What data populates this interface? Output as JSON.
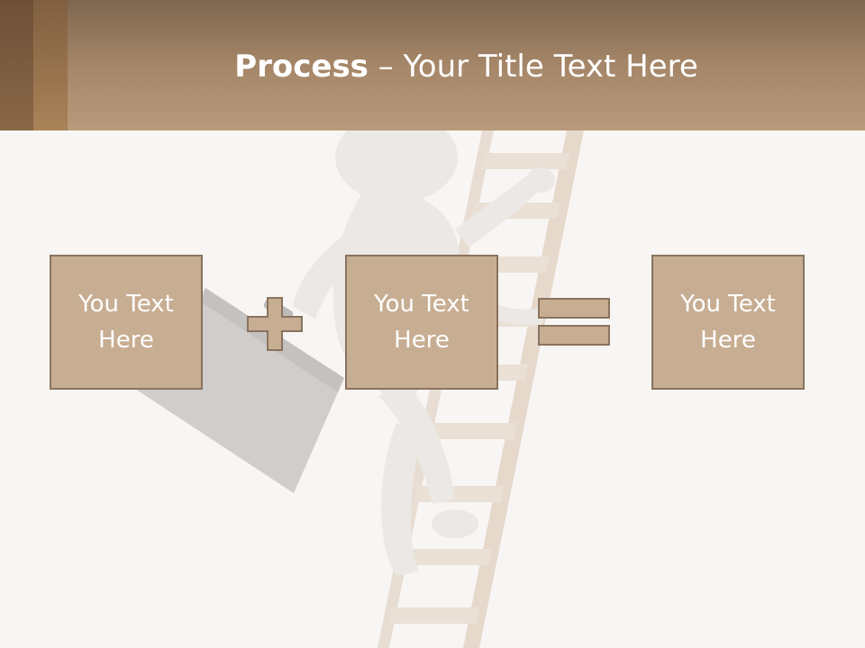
{
  "slide": {
    "title_strong": "Process",
    "title_rest": " – Your Title Text Here"
  },
  "boxes": [
    {
      "text": "You Text Here"
    },
    {
      "text": "You Text Here"
    },
    {
      "text": "You Text Here"
    }
  ],
  "operators": [
    "plus-icon",
    "equals-icon"
  ],
  "colors": {
    "header": "#a58668",
    "box_fill": "#c7ad92",
    "box_border": "#8a735e",
    "background": "#f8f6f4"
  }
}
